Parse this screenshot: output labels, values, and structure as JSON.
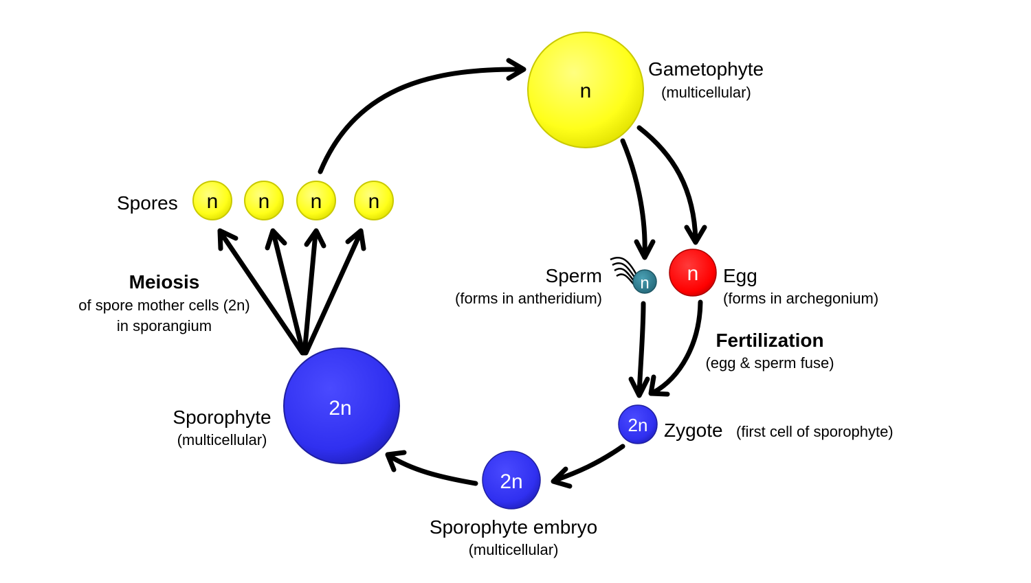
{
  "colors": {
    "haploid": "#ffff2b",
    "haploid_stroke": "#c9c900",
    "diploid": "#3333ee",
    "diploid_stroke": "#1f1fa0",
    "egg": "#ff0000",
    "sperm": "#2e7a8c"
  },
  "gametophyte": {
    "ploidy": "n",
    "label": "Gametophyte",
    "sub": "(multicellular)"
  },
  "spores": {
    "label": "Spores",
    "cells": [
      "n",
      "n",
      "n",
      "n"
    ]
  },
  "meiosis": {
    "title": "Meiosis",
    "line1": "of spore mother cells (2n)",
    "line2": "in sporangium"
  },
  "sperm": {
    "ploidy": "n",
    "label": "Sperm",
    "sub": "(forms in antheridium)"
  },
  "egg": {
    "ploidy": "n",
    "label": "Egg",
    "sub": "(forms in archegonium)"
  },
  "fertilization": {
    "title": "Fertilization",
    "sub": "(egg & sperm fuse)"
  },
  "zygote": {
    "ploidy": "2n",
    "label": "Zygote",
    "sub": "(first cell of sporophyte)"
  },
  "embryo": {
    "ploidy": "2n",
    "label": "Sporophyte embryo",
    "sub": "(multicellular)"
  },
  "sporophyte": {
    "ploidy": "2n",
    "label": "Sporophyte",
    "sub": "(multicellular)"
  }
}
